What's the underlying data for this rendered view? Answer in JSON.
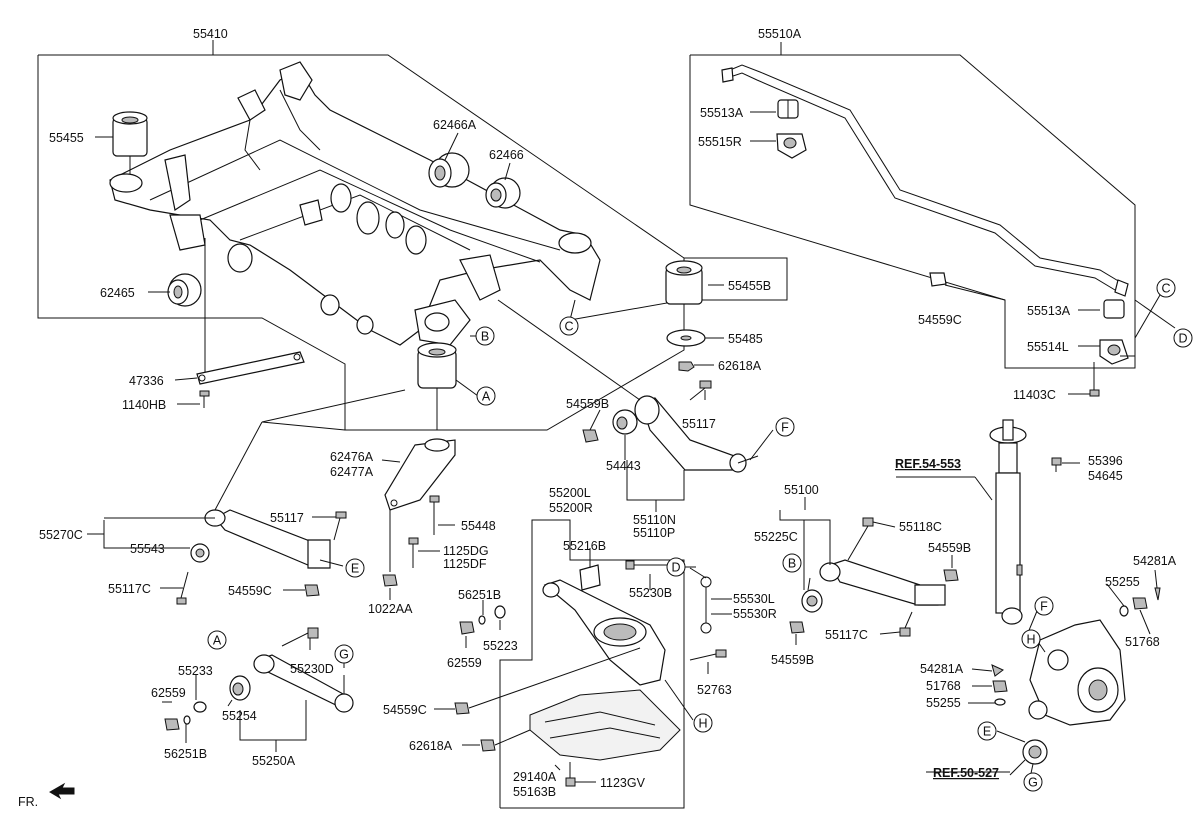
{
  "labels": {
    "p55410": "55410",
    "p55455": "55455",
    "p62466A": "62466A",
    "p62466": "62466",
    "p62465": "62465",
    "p47336": "47336",
    "p1140HB": "1140HB",
    "p55455B": "55455B",
    "p55485": "55485",
    "p62618A_top": "62618A",
    "p55510A": "55510A",
    "p55513A_top": "55513A",
    "p55515R": "55515R",
    "p54559C_right": "54559C",
    "p55513A_mid": "55513A",
    "p55514L": "55514L",
    "p11403C": "11403C",
    "p54559B_arm": "54559B",
    "p55117_arm": "55117",
    "p54443": "54443",
    "p55110N": "55110N",
    "p55110P": "55110P",
    "p62476A": "62476A",
    "p62477A": "62477A",
    "p55448": "55448",
    "p1125DG": "1125DG",
    "p1125DF": "1125DF",
    "p1022AA": "1022AA",
    "p55270C": "55270C",
    "p55117_left": "55117",
    "p55543": "55543",
    "p55117C_left": "55117C",
    "p54559C_left": "54559C",
    "p55200L": "55200L",
    "p55200R": "55200R",
    "p55216B": "55216B",
    "p55230B": "55230B",
    "p56251B_mid": "56251B",
    "p55223": "55223",
    "p62559_mid": "62559",
    "p55530L": "55530L",
    "p55530R": "55530R",
    "p52763": "52763",
    "p54559C_bot": "54559C",
    "p62618A_bot": "62618A",
    "p29140A": "29140A",
    "p55163B": "55163B",
    "p1123GV": "1123GV",
    "p55233": "55233",
    "p55230D": "55230D",
    "p62559_left": "62559",
    "p55254": "55254",
    "p56251B_left": "56251B",
    "p55250A": "55250A",
    "p55100": "55100",
    "p55225C": "55225C",
    "p55118C": "55118C",
    "p54559B_right": "54559B",
    "p55117C_right": "55117C",
    "p54559B_bot": "54559B",
    "p55396": "55396",
    "p54645": "54645",
    "p54281A_right": "54281A",
    "p55255_right": "55255",
    "p51768_right": "51768",
    "p54281A_low": "54281A",
    "p51768_low": "51768",
    "p55255_low": "55255"
  },
  "refs": {
    "ref1": "REF.54-553",
    "ref2": "REF.50-527"
  },
  "callouts": [
    "A",
    "B",
    "C",
    "D",
    "E",
    "F",
    "G",
    "H"
  ],
  "fr_label": "FR."
}
